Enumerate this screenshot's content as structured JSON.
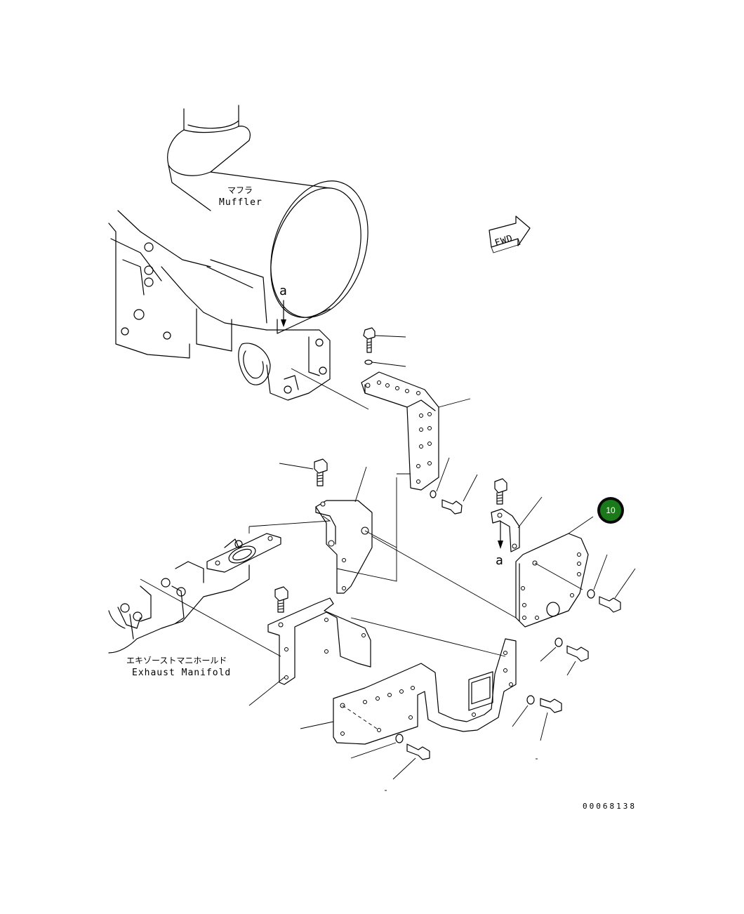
{
  "labels": {
    "muffler_jp": "マフラ",
    "muffler_en": "Muffler",
    "manifold_jp": "エキゾーストマニホールド",
    "manifold_en": "Exhaust Manifold",
    "fwd": "FWD",
    "view_a_top": "a",
    "view_a_bottom": "a",
    "drawing_number": "00068138"
  },
  "callout": {
    "number": "10",
    "color": "#1a7a1a"
  }
}
